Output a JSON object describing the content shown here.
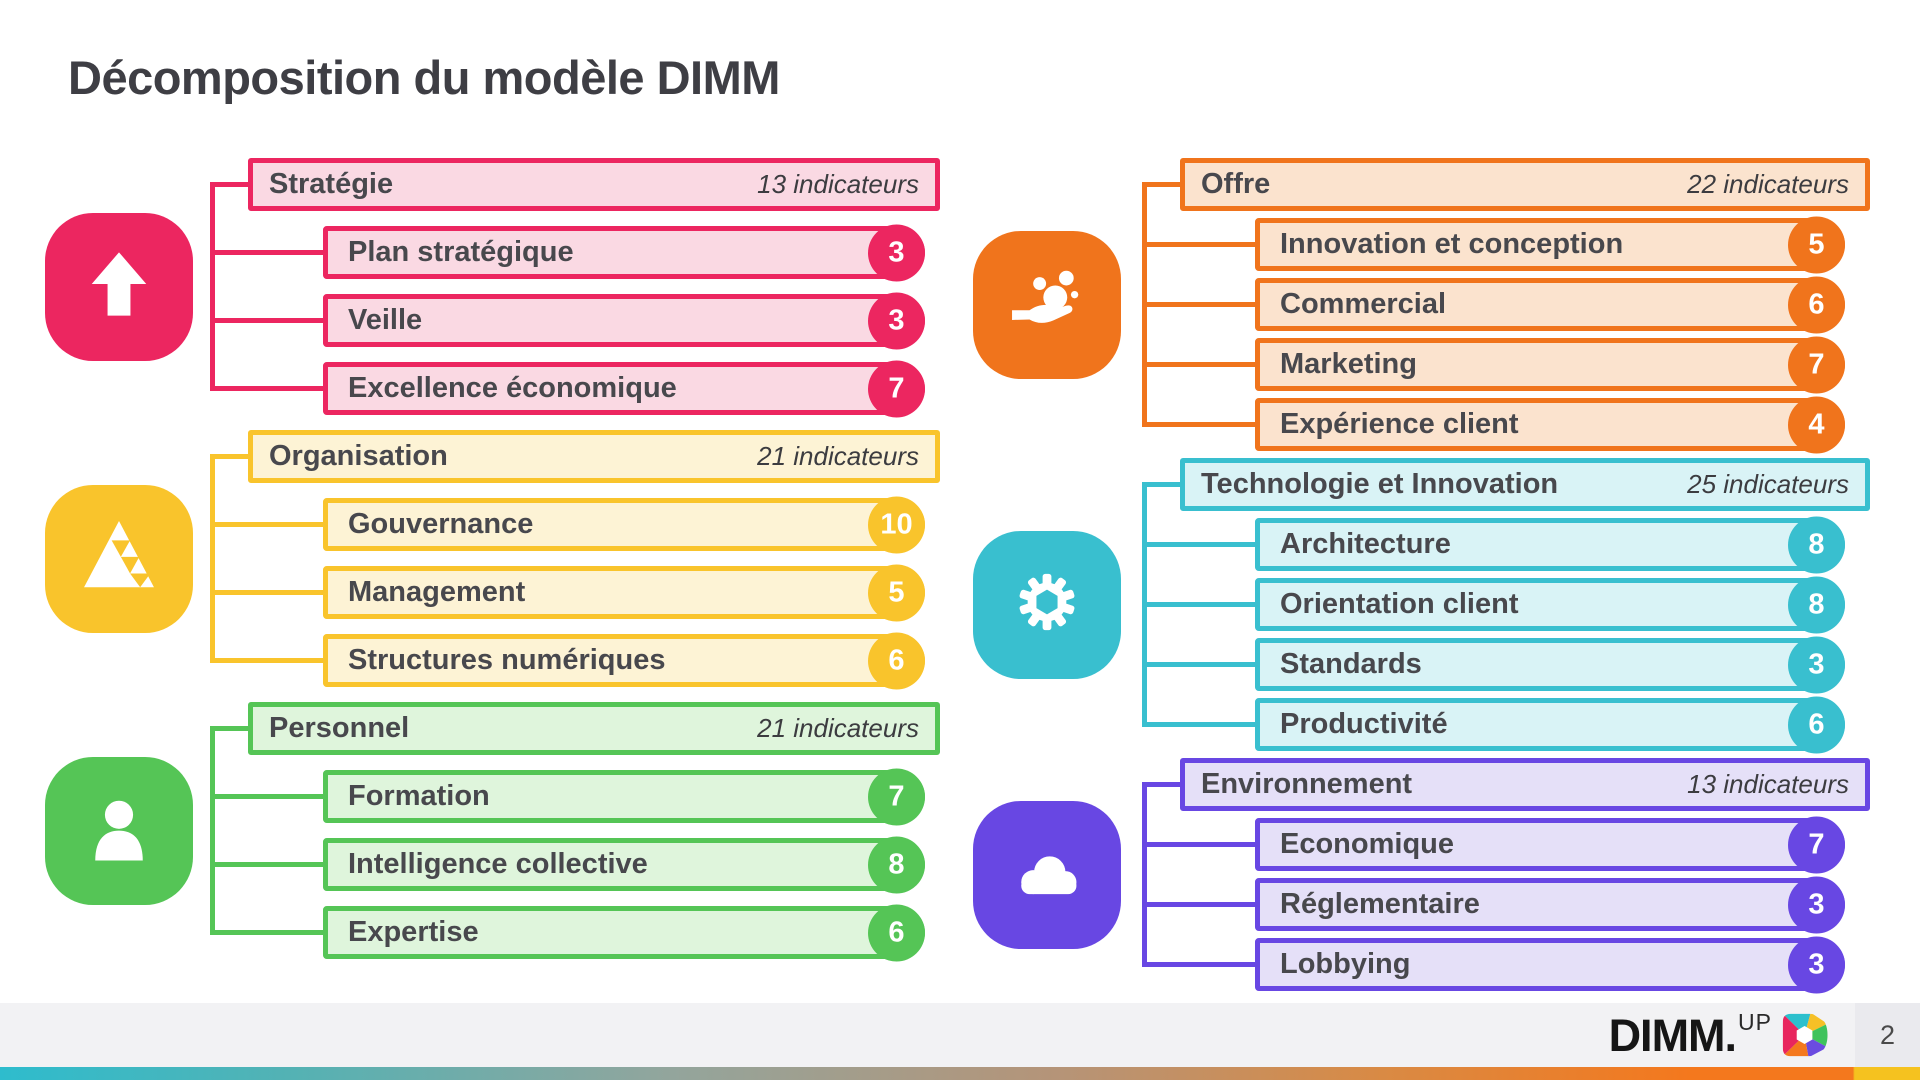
{
  "title": "Décomposition du modèle DIMM",
  "footer": {
    "brand": "DIMM.",
    "brand_sup": "UP",
    "page_number": "2",
    "logo_colors": {
      "teal": "#2cc0cd",
      "yellow": "#f6c026",
      "green": "#3fc35c",
      "purple": "#6b4be0",
      "orange": "#f4781d",
      "crimson": "#e8265e"
    }
  },
  "sections": [
    {
      "id": "strategie",
      "column": "left",
      "icon": "arrow-up",
      "color": "#ec2660",
      "fill": "#fad9e3",
      "title": "Stratégie",
      "indicators": "13 indicateurs",
      "items": [
        {
          "label": "Plan stratégique",
          "value": "3"
        },
        {
          "label": "Veille",
          "value": "3"
        },
        {
          "label": "Excellence économique",
          "value": "7"
        }
      ]
    },
    {
      "id": "organisation",
      "column": "left",
      "icon": "pyramid-triangles",
      "color": "#f9c42c",
      "fill": "#fdf3d5",
      "title": "Organisation",
      "indicators": "21 indicateurs",
      "items": [
        {
          "label": "Gouvernance",
          "value": "10"
        },
        {
          "label": "Management",
          "value": "5"
        },
        {
          "label": "Structures numériques",
          "value": "6"
        }
      ]
    },
    {
      "id": "personnel",
      "column": "left",
      "icon": "person",
      "color": "#55c556",
      "fill": "#dff5dc",
      "title": "Personnel",
      "indicators": "21 indicateurs",
      "items": [
        {
          "label": "Formation",
          "value": "7"
        },
        {
          "label": "Intelligence collective",
          "value": "8"
        },
        {
          "label": "Expertise",
          "value": "6"
        }
      ]
    },
    {
      "id": "offre",
      "column": "right",
      "icon": "hand-offering",
      "color": "#f0741c",
      "fill": "#fbe3ce",
      "title": "Offre",
      "indicators": "22 indicateurs",
      "items": [
        {
          "label": "Innovation et conception",
          "value": "5"
        },
        {
          "label": "Commercial",
          "value": "6"
        },
        {
          "label": "Marketing",
          "value": "7"
        },
        {
          "label": "Expérience client",
          "value": "4"
        }
      ]
    },
    {
      "id": "technologie",
      "column": "right",
      "icon": "gear",
      "color": "#39bfcf",
      "fill": "#d9f3f6",
      "title": "Technologie et Innovation",
      "indicators": "25 indicateurs",
      "items": [
        {
          "label": "Architecture",
          "value": "8"
        },
        {
          "label": "Orientation client",
          "value": "8"
        },
        {
          "label": "Standards",
          "value": "3"
        },
        {
          "label": "Productivité",
          "value": "6"
        }
      ]
    },
    {
      "id": "environnement",
      "column": "right",
      "icon": "cloud",
      "color": "#6847e3",
      "fill": "#e5e0f8",
      "title": "Environnement",
      "indicators": "13 indicateurs",
      "items": [
        {
          "label": "Economique",
          "value": "7"
        },
        {
          "label": "Réglementaire",
          "value": "3"
        },
        {
          "label": "Lobbying",
          "value": "3"
        }
      ]
    }
  ]
}
